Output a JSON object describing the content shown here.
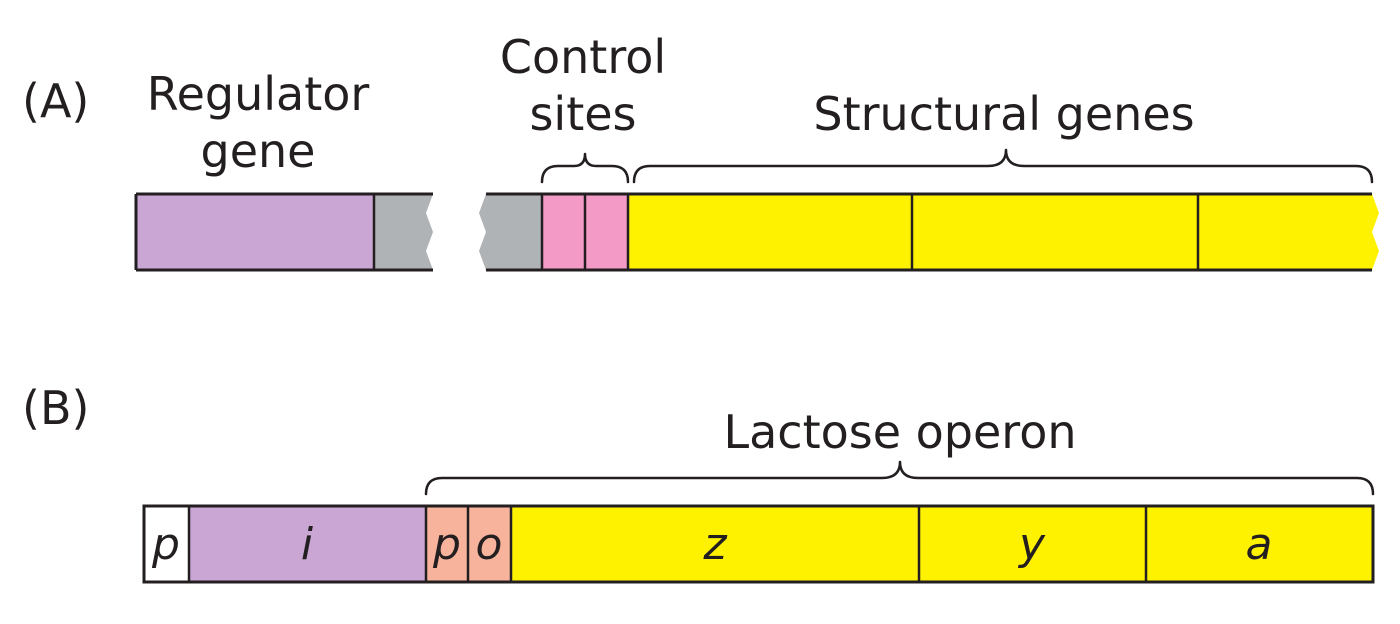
{
  "panel_a": {
    "label": "(A)",
    "regulator_label_line1": "Regulator",
    "regulator_label_line2": "gene",
    "control_label_line1": "Control",
    "control_label_line2": "sites",
    "structural_label": "Structural genes"
  },
  "panel_b": {
    "label": "(B)",
    "operon_label": "Lactose operon",
    "genes": {
      "p1": "p",
      "i": "i",
      "p2": "p",
      "o": "o",
      "z": "z",
      "y": "y",
      "a": "a"
    }
  },
  "colors": {
    "regulator": "#c9a6d4",
    "spacer": "#b0b3b6",
    "control": "#f49ac6",
    "structural": "#fff200",
    "promoter_operator_b": "#f8b39c",
    "outline": "#231f20",
    "promoter_regulator_b": "#ffffff"
  }
}
